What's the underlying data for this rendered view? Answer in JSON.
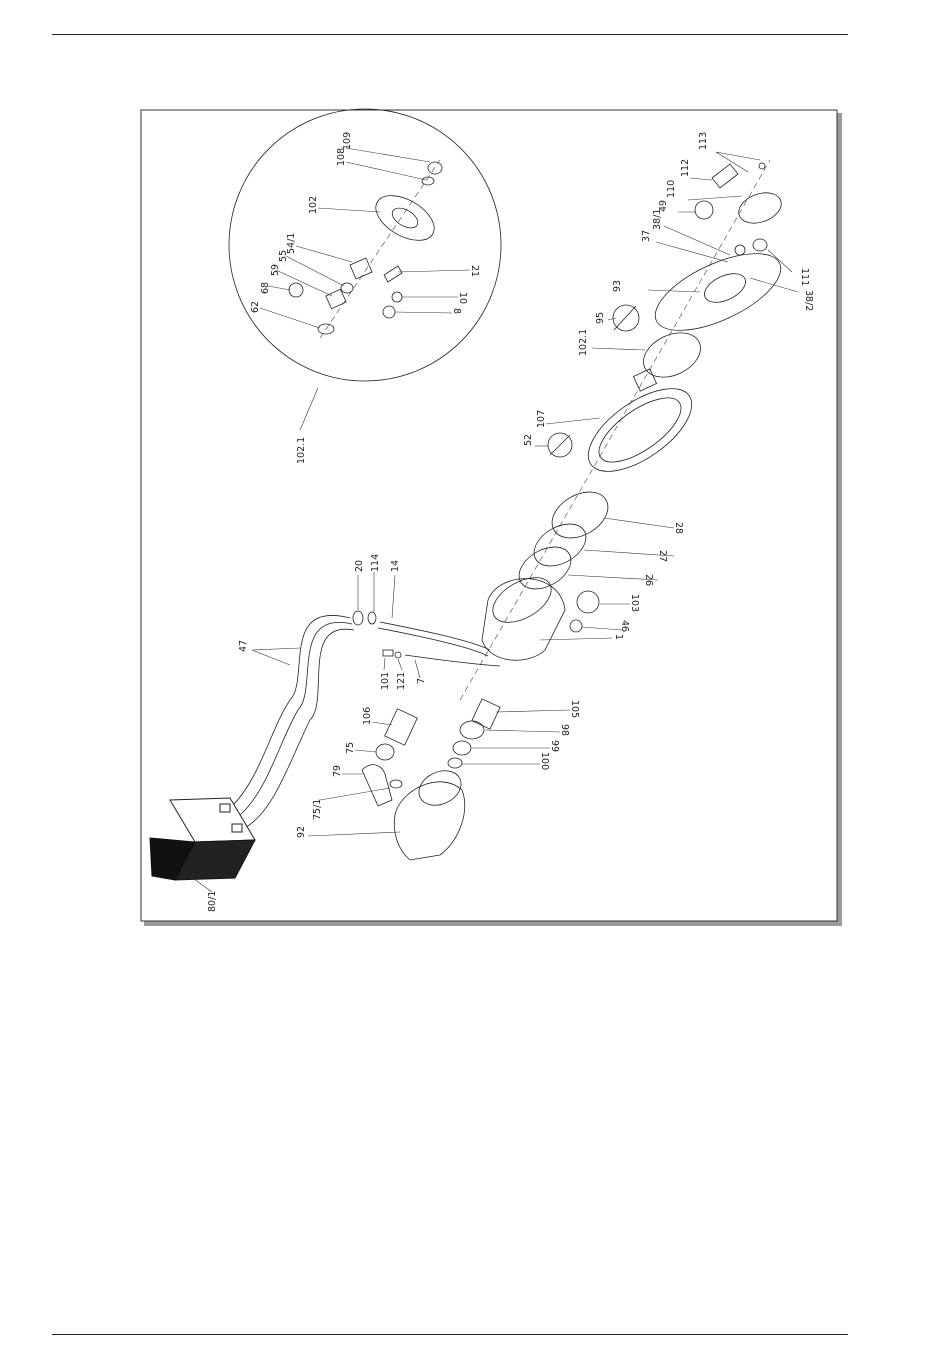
{
  "labels": {
    "l113": "113",
    "l112": "112",
    "l110": "110",
    "l49": "49",
    "l38_1": "38/1",
    "l37": "37",
    "l111": "111",
    "l38_2": "38/2",
    "l93": "93",
    "l95": "95",
    "l102_1_top": "102.1",
    "l107": "107",
    "l52": "52",
    "l28": "28",
    "l27": "27",
    "l26": "26",
    "l103": "103",
    "l46": "46",
    "l1": "1",
    "l20": "20",
    "l114": "114",
    "l14": "14",
    "l47": "47",
    "l101": "101",
    "l121": "121",
    "l7": "7",
    "l106": "106",
    "l105": "105",
    "l98": "98",
    "l99": "99",
    "l100": "100",
    "l75": "75",
    "l79": "79",
    "l75_1": "75/1",
    "l92": "92",
    "l80_1": "80/1",
    "l109": "109",
    "l108": "108",
    "l102": "102",
    "l54_1": "54/1",
    "l55": "55",
    "l59": "59",
    "l68": "68",
    "l62": "62",
    "l21": "21",
    "l10": "10",
    "l8": "8",
    "l102_1_detail": "102.1"
  }
}
